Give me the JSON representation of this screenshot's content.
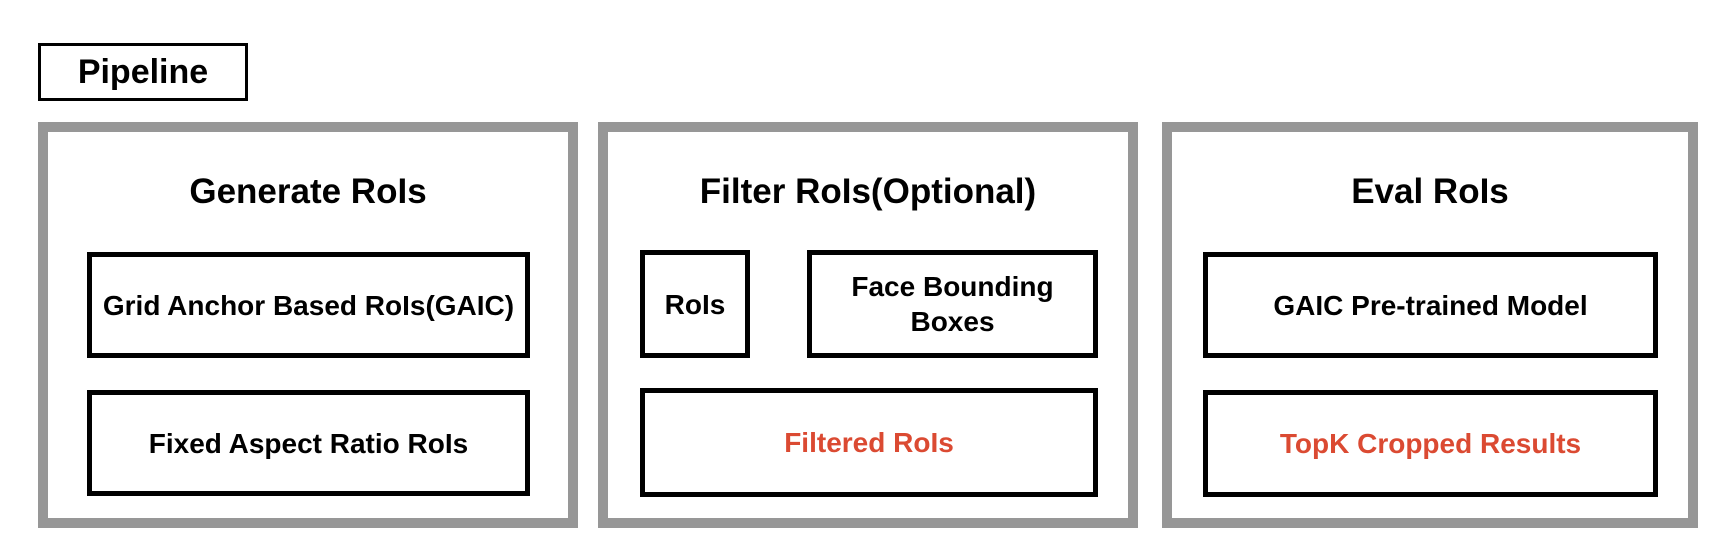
{
  "pipeline_label": "Pipeline",
  "colors": {
    "panel_border": "#979797",
    "node_border": "#000000",
    "text": "#000000",
    "highlight": "#DB4A32",
    "background": "#FFFFFF"
  },
  "panels": [
    {
      "title": "Generate RoIs",
      "boxes": [
        {
          "label": "Grid Anchor Based RoIs(GAIC)",
          "highlight": false
        },
        {
          "label": "Fixed Aspect Ratio RoIs",
          "highlight": false
        }
      ]
    },
    {
      "title": "Filter RoIs(Optional)",
      "boxes": [
        {
          "label": "RoIs",
          "highlight": false
        },
        {
          "label": "Face Bounding Boxes",
          "highlight": false
        },
        {
          "label": "Filtered RoIs",
          "highlight": true
        }
      ]
    },
    {
      "title": "Eval RoIs",
      "boxes": [
        {
          "label": "GAIC Pre-trained Model",
          "highlight": false
        },
        {
          "label": "TopK Cropped Results",
          "highlight": true
        }
      ]
    }
  ]
}
